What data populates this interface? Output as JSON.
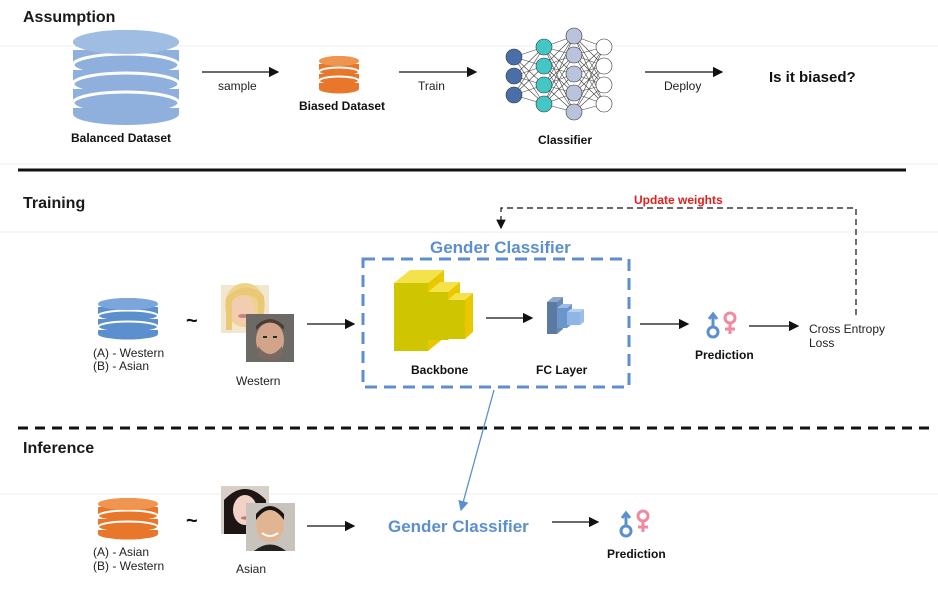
{
  "sections": {
    "assumption": "Assumption",
    "training": "Training",
    "inference": "Inference"
  },
  "assumption": {
    "balanced_dataset": "Balanced Dataset",
    "sample": "sample",
    "biased_dataset": "Biased Dataset",
    "train": "Train",
    "classifier": "Classifier",
    "deploy": "Deploy",
    "question": "Is it biased?"
  },
  "training": {
    "option_a": "(A) - Western",
    "option_b": "(B) - Asian",
    "tilde": "~",
    "faces_label": "Western",
    "gender_classifier": "Gender Classifier",
    "backbone": "Backbone",
    "fc_layer": "FC Layer",
    "prediction": "Prediction",
    "loss_line1": "Cross Entropy",
    "loss_line2": "Loss",
    "update_weights": "Update weights"
  },
  "inference": {
    "option_a": "(A) - Asian",
    "option_b": "(B) - Western",
    "tilde": "~",
    "faces_label": "Asian",
    "gender_classifier": "Gender Classifier",
    "prediction": "Prediction"
  },
  "colors": {
    "db_blue": "#8fb0dc",
    "db_orange": "#e8762b",
    "db_dark_blue": "#5b8fce",
    "classifier_blue": "#5b8fce",
    "update_red": "#e0201e",
    "male_symbol": "#5b8fce",
    "female_symbol": "#f08a9e",
    "backbone_yellow": "#d4c800"
  },
  "icons": [
    "database-icon",
    "neural-network-icon",
    "backbone-cnn-icon",
    "fc-layer-icon",
    "gender-symbols-icon",
    "face-photo"
  ]
}
